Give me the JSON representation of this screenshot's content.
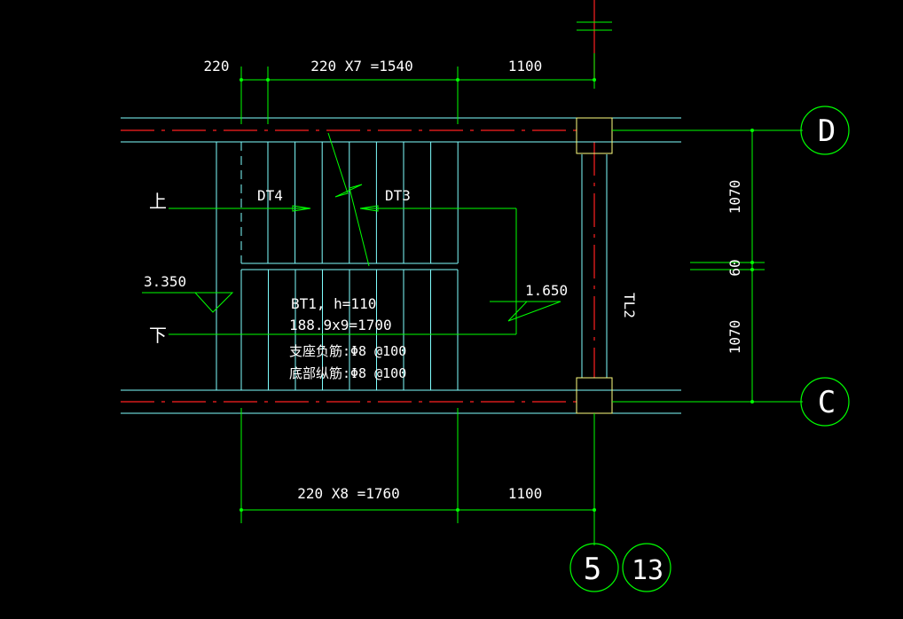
{
  "dims": {
    "top_left": "220",
    "top_middle": "220 X7 =1540",
    "top_right": "1100",
    "bottom_middle": "220 X8 =1760",
    "bottom_right": "1100",
    "right_upper": "1070",
    "right_mid": "60",
    "right_lower": "1070"
  },
  "axes": {
    "row_top": "D",
    "row_bottom": "C",
    "col_a": "5",
    "col_b": "13"
  },
  "labels": {
    "up": "上",
    "down": "下",
    "dt4": "DT4",
    "dt3": "DT3",
    "tl2": "TL2"
  },
  "elevations": {
    "left": "3.350",
    "right": "1.650"
  },
  "notes": {
    "bt1": "BT1, h=110",
    "steps": "188.9x9=1700",
    "support_rebar": "支座负筋:Φ8 @100",
    "bottom_rebar": "底部纵筋:Φ8 @100"
  },
  "colors": {
    "background": "#000000",
    "dimension": "#00ff00",
    "wall": "#7fffff",
    "axis": "#ff0000",
    "column": "#ffff7f",
    "text": "#ffffff"
  }
}
